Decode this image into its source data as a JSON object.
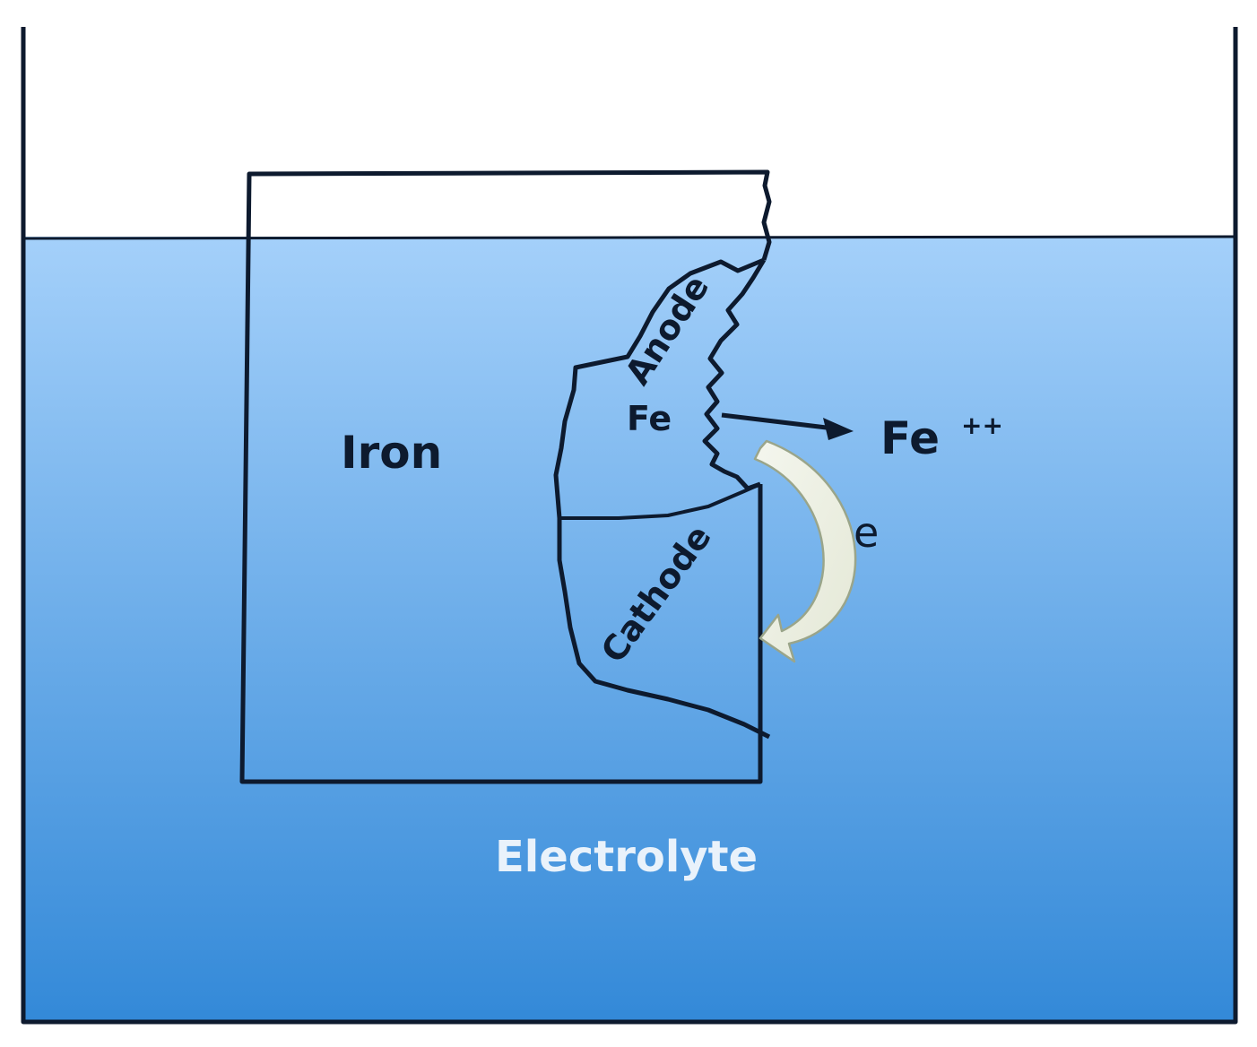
{
  "labels": {
    "iron": "Iron",
    "anode": "Anode",
    "fe": "Fe",
    "fe_ion": "Fe",
    "fe_ion_charge": "++",
    "electron": "e",
    "cathode": "Cathode",
    "electrolyte": "Electrolyte"
  },
  "colors": {
    "electrolyte_top": "#a4d0fa",
    "electrolyte_bottom": "#3389d8",
    "outline": "#0d1a2e",
    "electrolyte_text": "#e9f2fb",
    "curved_arrow_fill": "#eef1e4"
  }
}
